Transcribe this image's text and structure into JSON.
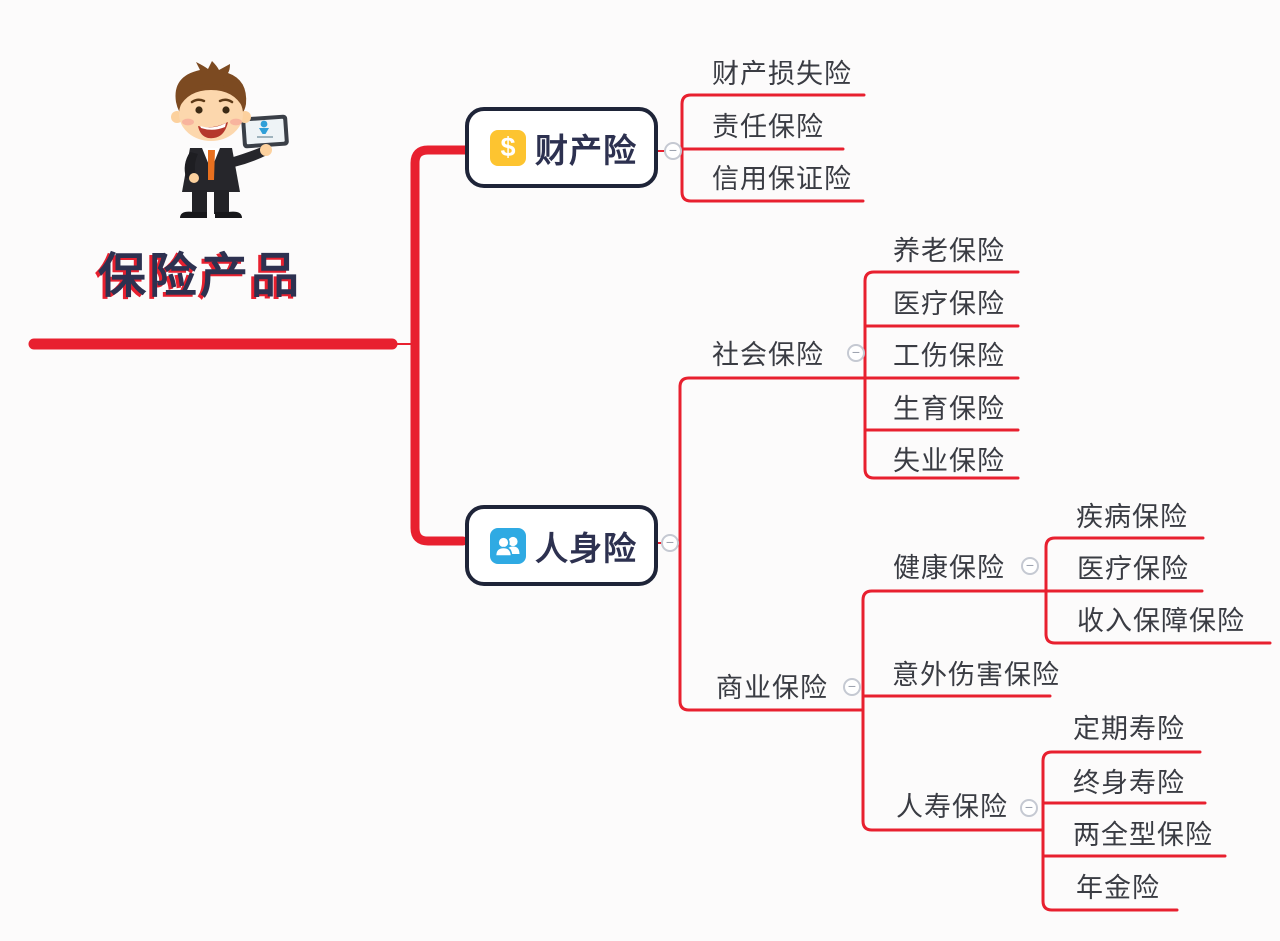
{
  "root": {
    "label": "保险产品"
  },
  "branches": [
    {
      "label": "财产险",
      "icon": "dollar-icon",
      "badge_glyph": "$",
      "children": [
        {
          "label": "财产损失险"
        },
        {
          "label": "责任保险"
        },
        {
          "label": "信用保证险"
        }
      ]
    },
    {
      "label": "人身险",
      "icon": "people-icon",
      "children": [
        {
          "label": "社会保险",
          "children": [
            {
              "label": "养老保险"
            },
            {
              "label": "医疗保险"
            },
            {
              "label": "工伤保险"
            },
            {
              "label": "生育保险"
            },
            {
              "label": "失业保险"
            }
          ]
        },
        {
          "label": "商业保险",
          "children": [
            {
              "label": "健康保险",
              "children": [
                {
                  "label": "疾病保险"
                },
                {
                  "label": "医疗保险"
                },
                {
                  "label": "收入保障保险"
                }
              ]
            },
            {
              "label": "意外伤害保险"
            },
            {
              "label": "人寿保险",
              "children": [
                {
                  "label": "定期寿险"
                },
                {
                  "label": "终身寿险"
                },
                {
                  "label": "两全型保险"
                },
                {
                  "label": "年金险"
                }
              ]
            }
          ]
        }
      ]
    }
  ],
  "controls": {
    "collapse_glyph": "−"
  },
  "colors": {
    "connector_red": "#e8202f",
    "node_border_navy": "#1e2438",
    "title_navy": "#2d3150",
    "label_gray": "#3a3c43",
    "badge_yellow": "#fdc430",
    "badge_blue": "#2faae3"
  }
}
